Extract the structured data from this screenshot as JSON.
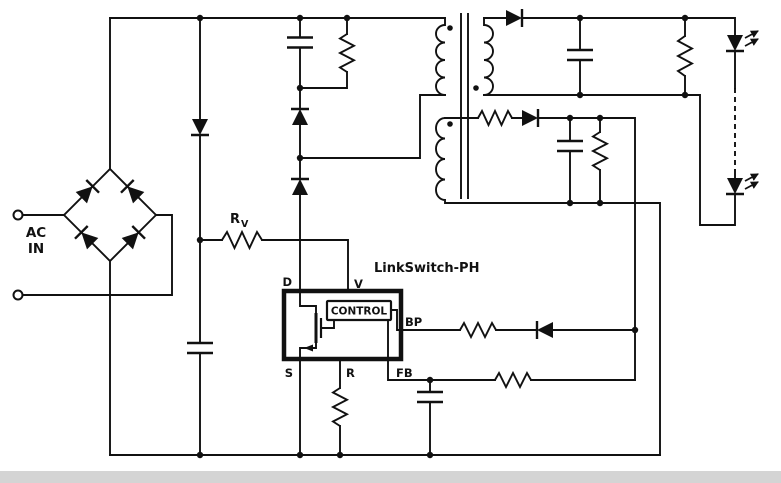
{
  "labels": {
    "ac_line1": "AC",
    "ac_line2": "IN",
    "rv": "R",
    "rv_sub": "V",
    "device": "LinkSwitch-PH",
    "control": "CONTROL",
    "pin_d": "D",
    "pin_v": "V",
    "pin_bp": "BP",
    "pin_fb": "FB",
    "pin_s": "S",
    "pin_r": "R"
  },
  "colors": {
    "line": "#111111",
    "background": "#ffffff",
    "footer_bar": "#d4d4d4"
  }
}
